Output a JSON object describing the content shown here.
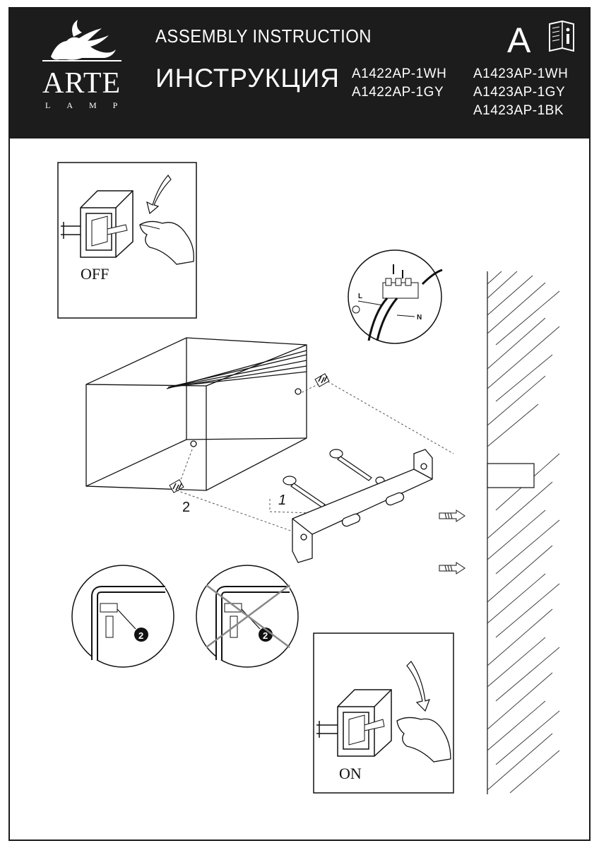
{
  "header": {
    "brand_name": "ARTE",
    "brand_sub": "LAMP",
    "title_en": "ASSEMBLY INSTRUCTION",
    "title_ru": "ИНСТРУКЦИЯ",
    "language_letter": "A",
    "info_icon": "info-book-icon",
    "logo_icon": "griffin-icon",
    "models_col1": [
      "A1422AP-1WH",
      "A1422AP-1GY"
    ],
    "models_col2": [
      "A1423AP-1WH",
      "A1423AP-1GY",
      "A1423AP-1BK"
    ]
  },
  "diagram": {
    "switch_off_label": "OFF",
    "switch_on_label": "ON",
    "step_1": "1",
    "step_2": "2",
    "marker_2": "2",
    "wire_l": "L",
    "wire_n": "N"
  }
}
